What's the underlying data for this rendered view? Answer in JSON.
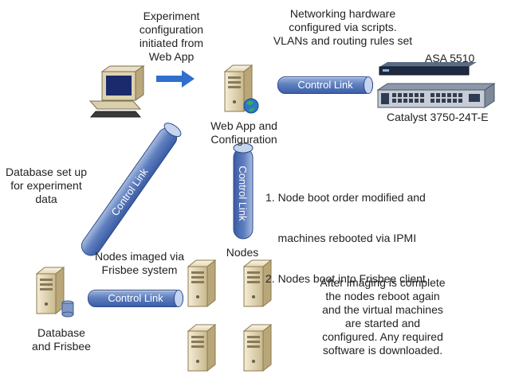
{
  "labels": {
    "experiment_config": [
      "Experiment",
      "configuration",
      "initiated from",
      "Web App"
    ],
    "networking": [
      "Networking hardware",
      "configured via scripts.",
      "VLANs and routing rules set"
    ],
    "asa": "ASA 5510",
    "catalyst": "Catalyst 3750-24T-E",
    "web_app": [
      "Web App and",
      "Configuration"
    ],
    "database_setup": [
      "Database set up",
      "for experiment",
      "data"
    ],
    "node_steps": [
      "1. Node boot order modified and",
      "    machines rebooted via IPMI",
      "2. Nodes boot into Frisbee client"
    ],
    "nodes": "Nodes",
    "imaged": [
      "Nodes imaged via",
      "Frisbee system"
    ],
    "after_imaging": [
      "After imaging is complete",
      "the nodes reboot again",
      "and the virtual machines",
      "are started and",
      "configured. Any required",
      "software is downloaded."
    ],
    "database": [
      "Database",
      "and Frisbee"
    ]
  },
  "links": {
    "top": "Control Link",
    "diagonal": "Control Link",
    "vertical": "Control Link",
    "bottom": "Control Link"
  },
  "colors": {
    "pipe_dark": "#3c5ea6",
    "pipe_light": "#9db3d9",
    "arrow": "#2e6fd0",
    "server_body": "#e6dcc0"
  },
  "icons": [
    "desktop-computer-icon",
    "web-server-icon",
    "asa-firewall-icon",
    "catalyst-switch-icon",
    "database-server-icon",
    "node-server-icon"
  ]
}
